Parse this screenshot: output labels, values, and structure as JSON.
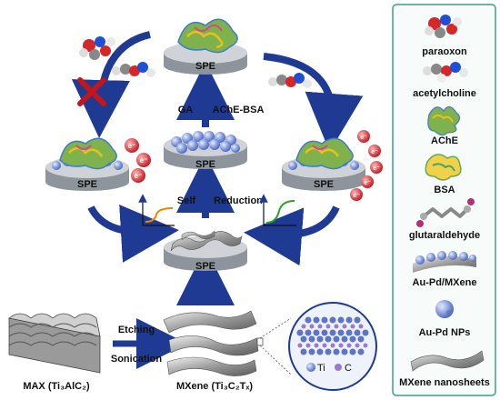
{
  "colors": {
    "arrow_blue": "#1f3a93",
    "disk_top": "#cfd3d8",
    "disk_side": "#8e949b",
    "legend_border": "#3aa08a",
    "electron_red": "#d62728",
    "curve_orange": "#e08a00",
    "curve_green": "#2ca02c"
  },
  "electrodes": {
    "top": "SPE",
    "middle": "SPE",
    "left": "SPE",
    "right": "SPE",
    "bottom": "SPE"
  },
  "steps": {
    "ga": "GA",
    "ache_bsa": "AChE-BSA",
    "self": "Self",
    "reduction": "Reduction",
    "etching": "Etching",
    "sonication": "Sonication"
  },
  "materials": {
    "max": "MAX (Ti₃AlC₂)",
    "mxene": "MXene (Ti₃C₂Tₓ)"
  },
  "electron_label": "e⁻",
  "atoms": {
    "ti": "Ti",
    "c": "C"
  },
  "legend": [
    {
      "label": "paraoxon",
      "icon": "paraoxon-icon"
    },
    {
      "label": "acetylcholine",
      "icon": "acetylcholine-icon"
    },
    {
      "label": "AChE",
      "icon": "ache-icon"
    },
    {
      "label": "BSA",
      "icon": "bsa-icon"
    },
    {
      "label": "glutaraldehyde",
      "icon": "glutaraldehyde-icon"
    },
    {
      "label": "Au-Pd/MXene",
      "icon": "aupd-mxene-icon"
    },
    {
      "label": "Au-Pd NPs",
      "icon": "aupd-nps-icon"
    },
    {
      "label": "MXene nanosheets",
      "icon": "mxene-nanosheets-icon"
    }
  ]
}
